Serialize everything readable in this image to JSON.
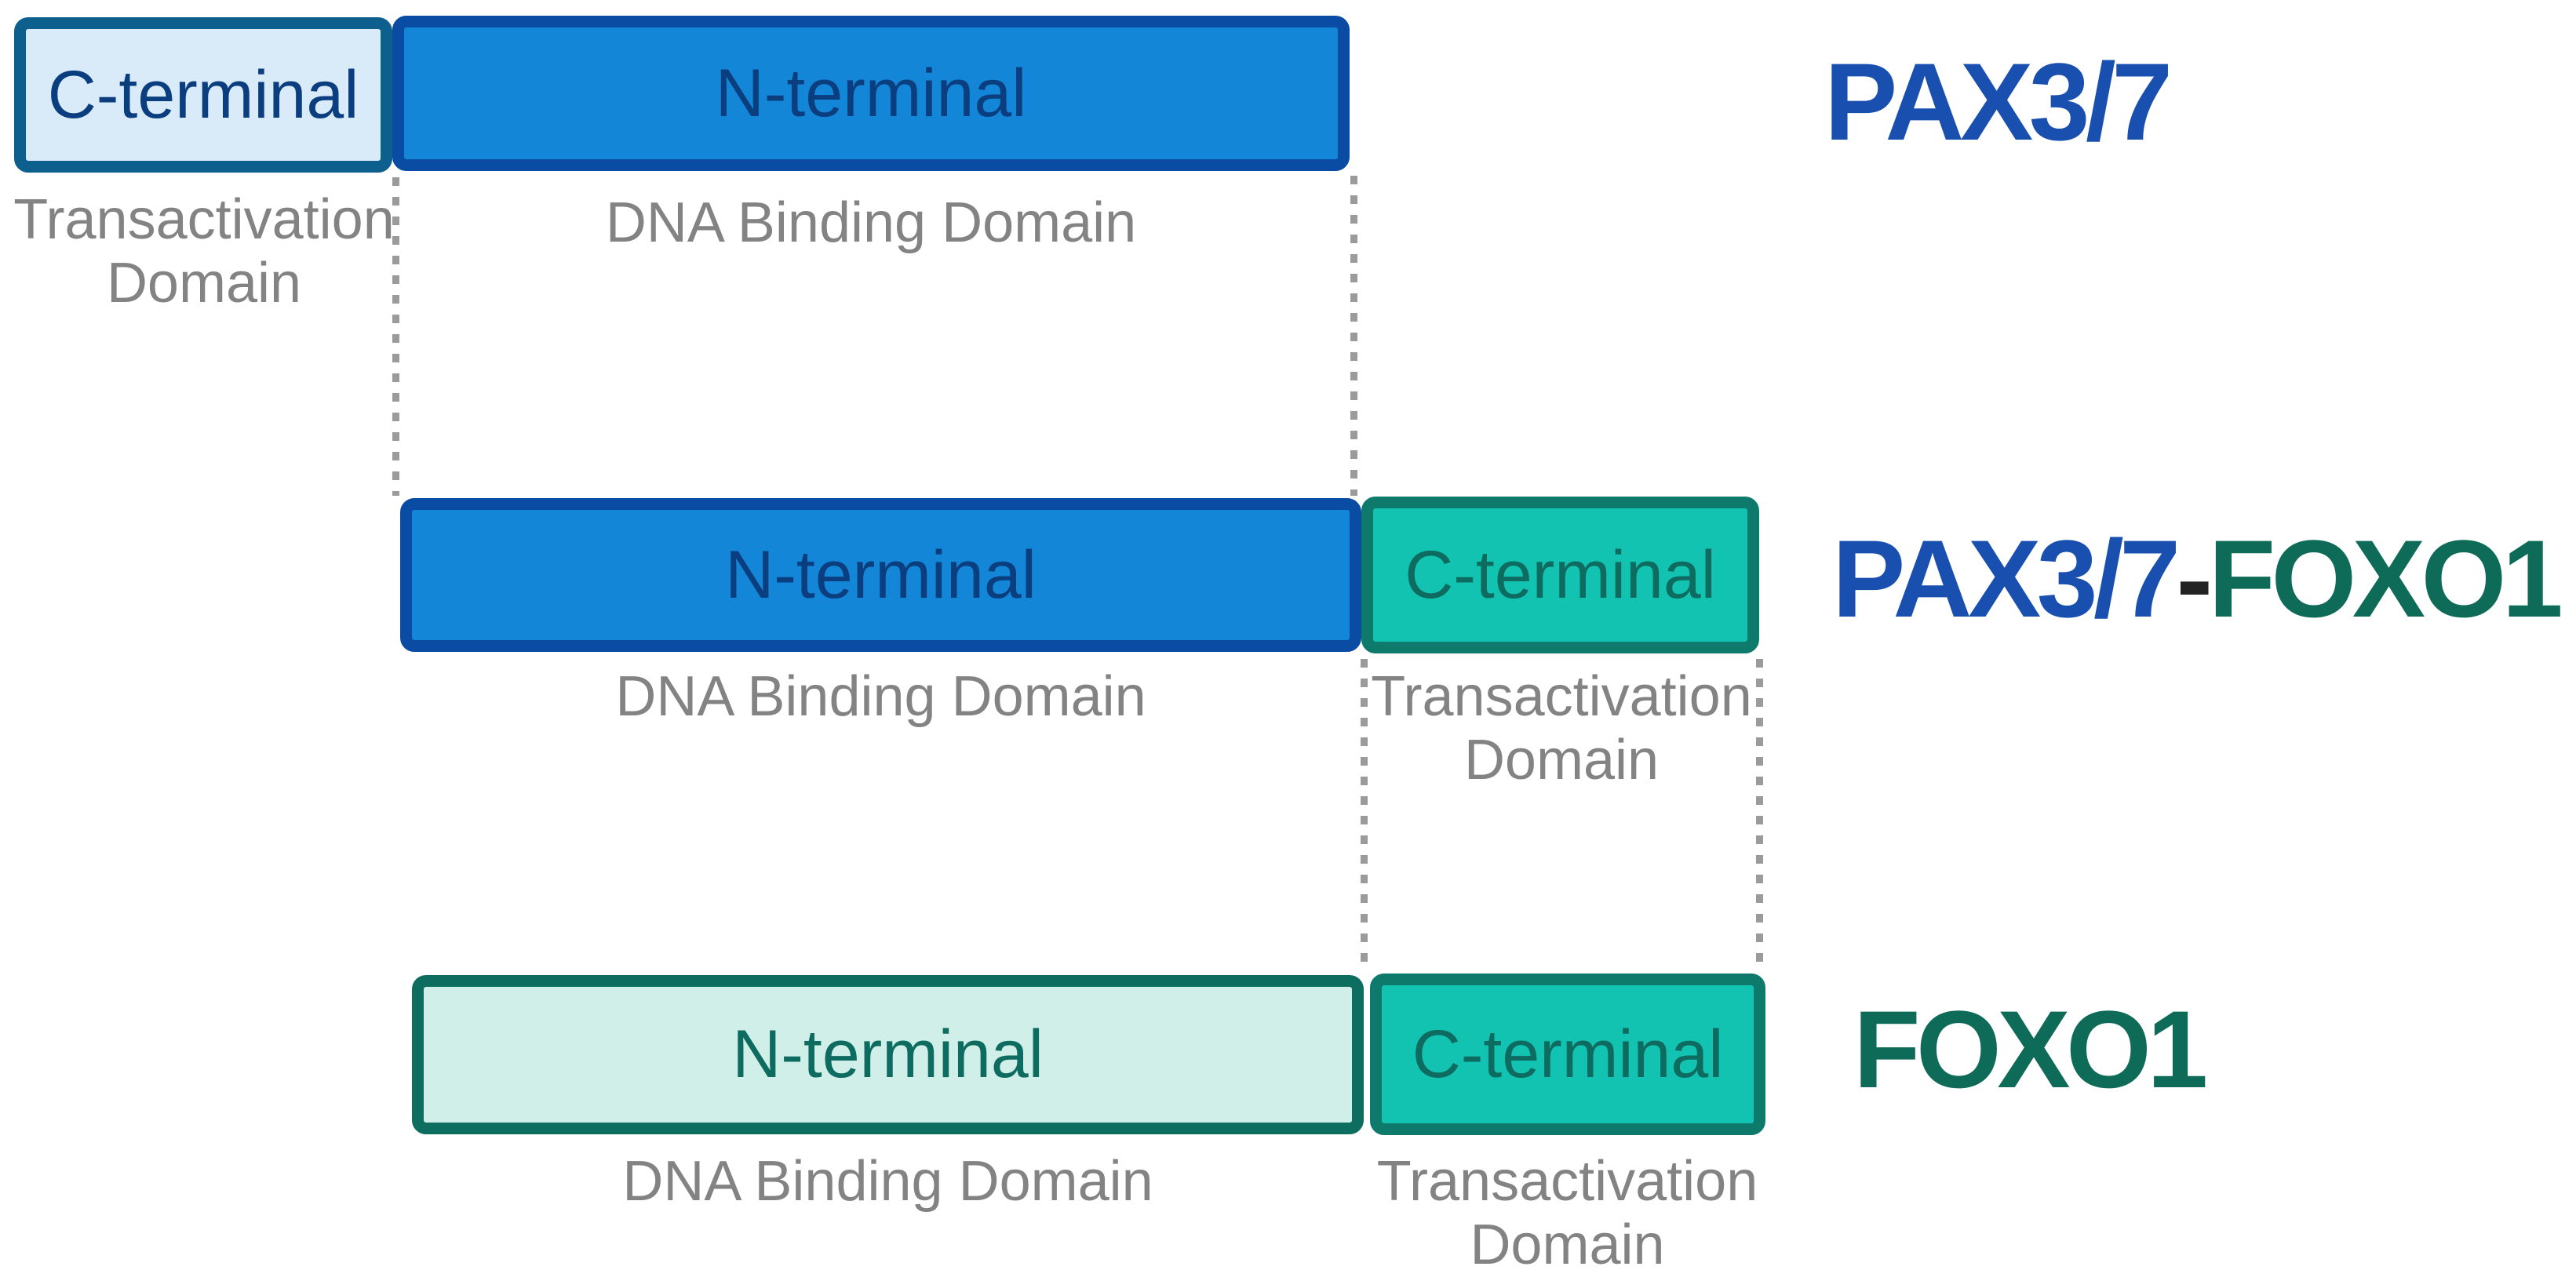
{
  "palette": {
    "pax_blue_fill": "#1486D8",
    "pax_blue_border": "#0A4CA4",
    "pax_lightblue_fill": "#D9EAF8",
    "pax_lightblue_border": "#0D5F8E",
    "pax_text_navy": "#0A3E7F",
    "foxo_teal_fill": "#12C3B2",
    "foxo_teal_border": "#0E7A6B",
    "foxo_mint_fill": "#D0EFE8",
    "foxo_mint_border": "#0D6E60",
    "foxo_text_teal": "#0E6B60",
    "name_pax_blue": "#1950B0",
    "name_foxo_green": "#0E6B57",
    "name_hyphen_dark": "#232323",
    "region_label_gray": "#838383",
    "dotted_line_gray": "#9B9B9B",
    "background": "#FFFFFF"
  },
  "rows": [
    {
      "protein_name": "PAX3/7",
      "domains": [
        {
          "box_label": "C-terminal",
          "region_label": "Transactivation Domain"
        },
        {
          "box_label": "N-terminal",
          "region_label": "DNA Binding Domain"
        }
      ]
    },
    {
      "protein_name": "PAX3/7-FOXO1",
      "protein_name_segments": {
        "pax": "PAX3/7",
        "hyphen": "-",
        "foxo": "FOXO1"
      },
      "domains": [
        {
          "box_label": "N-terminal",
          "region_label": "DNA Binding Domain"
        },
        {
          "box_label": "C-terminal",
          "region_label": "Transactivation Domain"
        }
      ]
    },
    {
      "protein_name": "FOXO1",
      "domains": [
        {
          "box_label": "N-terminal",
          "region_label": "DNA Binding Domain"
        },
        {
          "box_label": "C-terminal",
          "region_label": "Transactivation Domain"
        }
      ]
    }
  ]
}
